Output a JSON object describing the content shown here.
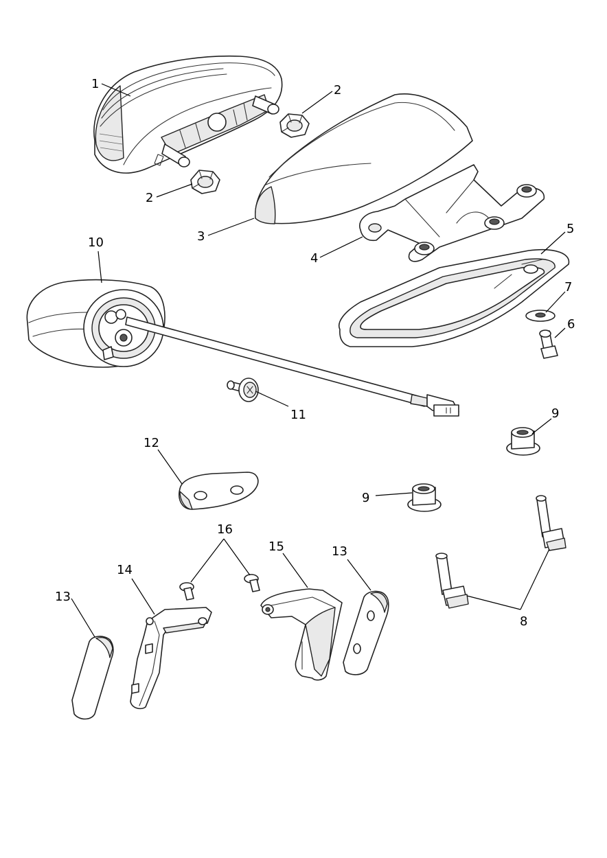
{
  "diagram": {
    "callouts": [
      "1",
      "2",
      "2",
      "3",
      "4",
      "5",
      "6",
      "7",
      "8",
      "9",
      "9",
      "10",
      "11",
      "12",
      "13",
      "13",
      "14",
      "15",
      "16"
    ]
  }
}
